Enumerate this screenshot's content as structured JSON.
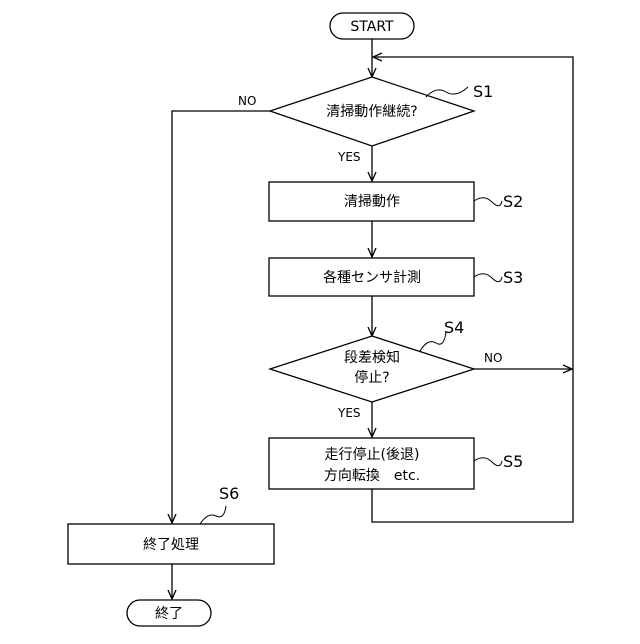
{
  "terminals": {
    "start": "START",
    "end": "終了"
  },
  "nodes": {
    "s1": {
      "text": "清掃動作継続?",
      "step": "S1"
    },
    "s2": {
      "text": "清掃動作",
      "step": "S2"
    },
    "s3": {
      "text": "各種センサ計測",
      "step": "S3"
    },
    "s4": {
      "line1": "段差検知",
      "line2": "停止?",
      "step": "S4"
    },
    "s5": {
      "line1": "走行停止(後退)",
      "line2": "方向転換　etc.",
      "step": "S5"
    },
    "s6": {
      "text": "終了処理",
      "step": "S6"
    }
  },
  "edge_labels": {
    "s1_no": "NO",
    "s1_yes": "YES",
    "s4_no": "NO",
    "s4_yes": "YES"
  }
}
